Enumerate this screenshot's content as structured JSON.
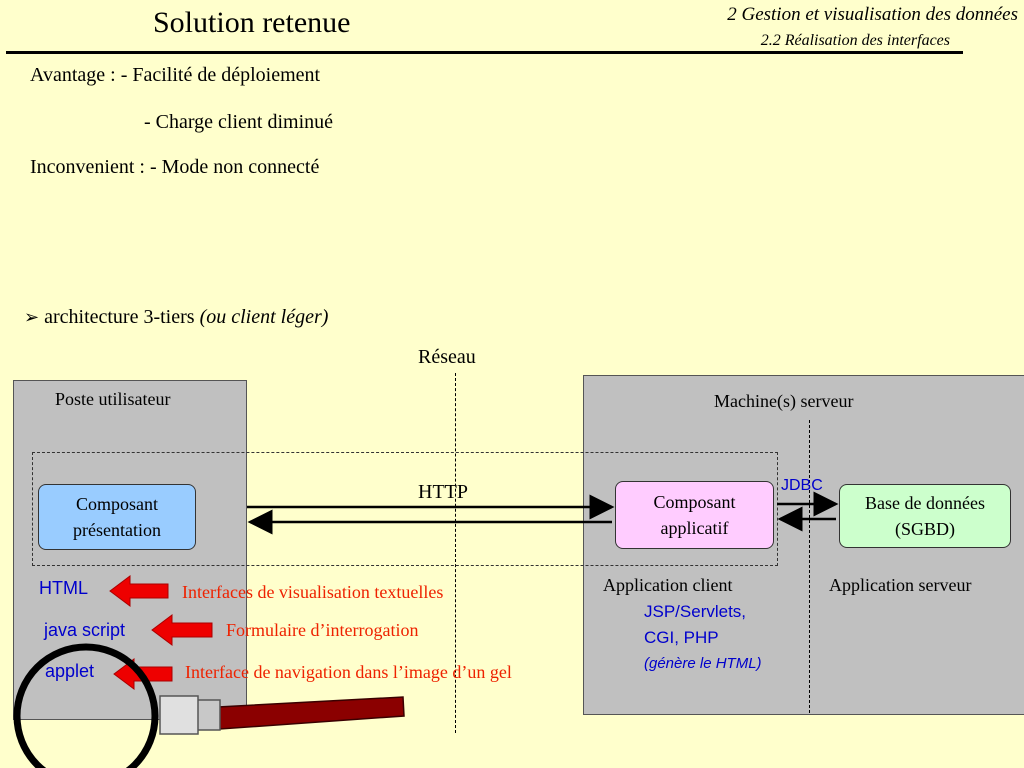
{
  "slide": {
    "title": "Solution retenue",
    "section": "2 Gestion et visualisation des données",
    "subsection": "2.2 Réalisation des interfaces"
  },
  "points": {
    "avantage_label": "Avantage :",
    "avantage_1": "- Facilité de déploiement",
    "avantage_2": "- Charge client diminué",
    "inconvenient_label": "Inconvenient :",
    "inconvenient_1": "- Mode non connecté"
  },
  "bullet": {
    "marker": "➢",
    "text": "architecture 3-tiers",
    "italic": "(ou client léger)"
  },
  "diagram": {
    "reseau": "Réseau",
    "poste_label": "Poste utilisateur",
    "serveur_label": "Machine(s) serveur",
    "http": "HTTP",
    "jdbc": "JDBC",
    "presentation_1": "Composant",
    "presentation_2": "présentation",
    "applicatif_1": "Composant",
    "applicatif_2": "applicatif",
    "db_1": "Base de données",
    "db_2": "(SGBD)",
    "app_client": "Application client",
    "app_serveur": "Application serveur",
    "tech_1": "JSP/Servlets,",
    "tech_2": "CGI, PHP",
    "tech_3": "(génère le HTML)",
    "html": "HTML",
    "javascript": "java script",
    "applet": "applet",
    "note_html": "Interfaces de visualisation textuelles",
    "note_js": "Formulaire d’interrogation",
    "note_applet": "Interface de navigation dans l’image d’un gel"
  },
  "colors": {
    "background": "#ffffcc",
    "presentation_fill": "#99ccff",
    "applicatif_fill": "#ffccff",
    "db_fill": "#ccffcc",
    "server_gray": "#c0c0c0",
    "arrow_red": "#ee0000",
    "note_red": "#ee2200",
    "tech_blue": "#0000cc"
  },
  "icons": {
    "magnifier": "magnifying-glass-icon",
    "bullet": "arrow-bullet-icon"
  }
}
